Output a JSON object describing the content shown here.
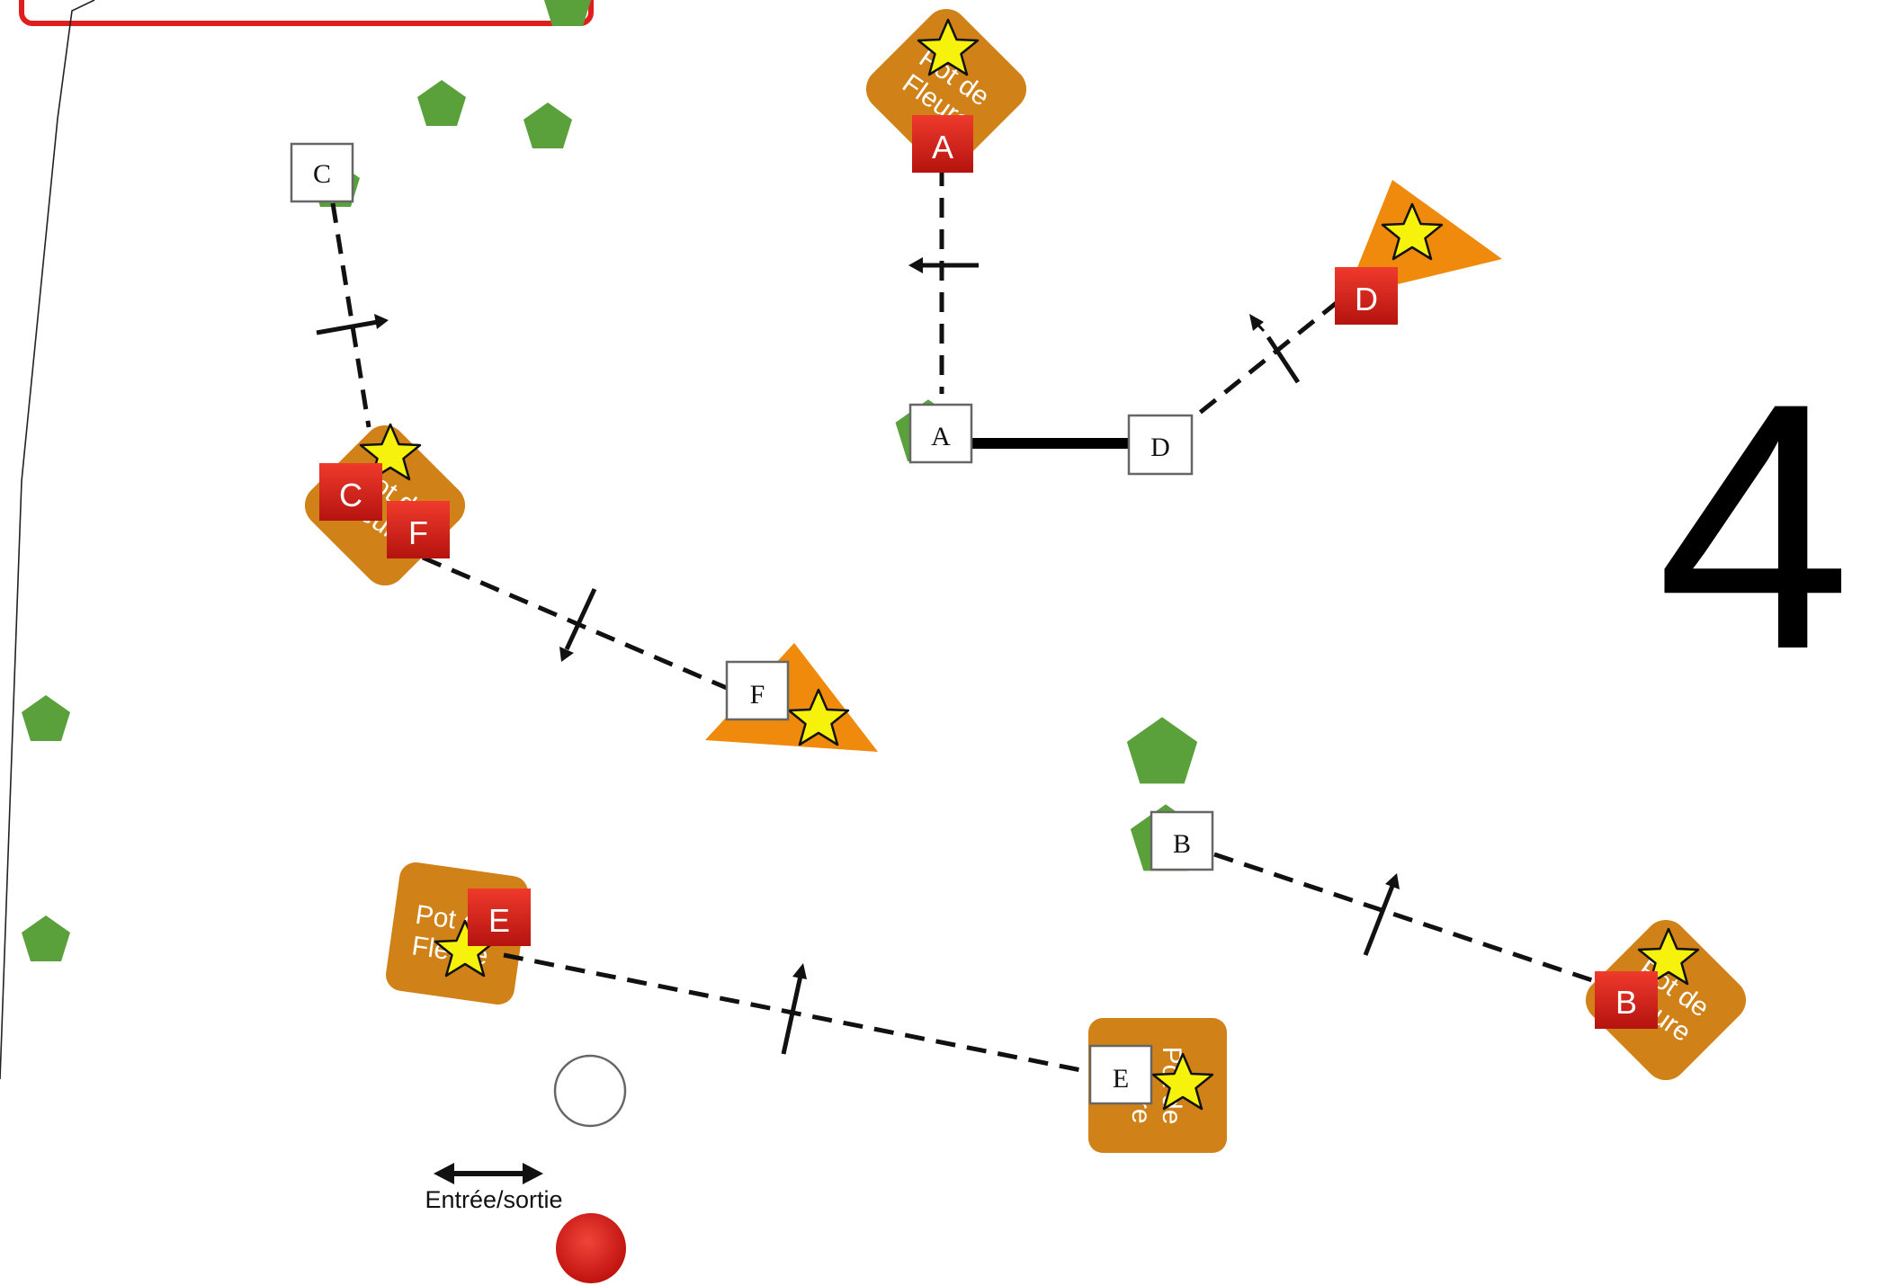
{
  "big_number": "4",
  "legend": {
    "entry_exit_label": "Entrée/sortie"
  },
  "pot_label": "Pot de Fleure",
  "pot_label_lines": [
    "Pot de",
    "Fleure"
  ],
  "start_markers": [
    "A",
    "B",
    "C",
    "D",
    "E",
    "F"
  ],
  "target_markers": [
    "A",
    "B",
    "C",
    "D",
    "E",
    "F"
  ],
  "colors": {
    "pot": "#d08218",
    "triangle": "#ef8a0c",
    "red_marker": "#e0241b",
    "star": "#f7f20b",
    "grass": "#5aa13c",
    "frame": "#e01e1e"
  }
}
